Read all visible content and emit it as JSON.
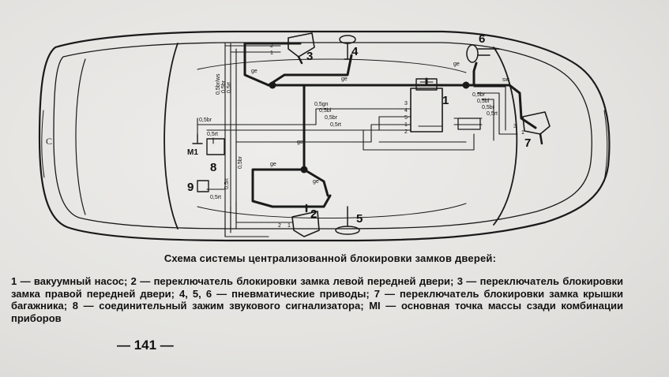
{
  "diagram": {
    "wire_labels": {
      "ge_a": "ge",
      "ge_b": "ge",
      "ge_c": "ge",
      "ge_d": "ge",
      "ge_e": "ge",
      "ge_f": "ge",
      "sw": "sw",
      "br_ws": "0,5br/ws",
      "br_a": "0,5br",
      "rt_a": "0,5rt",
      "br_b": "0,5br",
      "rt_b": "0,5rt",
      "gn": "0,5gn",
      "bl": "0,5bl",
      "br_c": "0,5br",
      "rt_c": "0,5rt",
      "br_d": "0,5br",
      "bl_b": "0,5bl",
      "br_e": "0,5br",
      "rt_d": "0,5rt",
      "rt_e": "0,5rt",
      "rt_f": "0,5rt",
      "br_f": "0,5br"
    },
    "component_numbers": {
      "n1": "1",
      "n2": "2",
      "n3": "3",
      "n4": "4",
      "n5": "5",
      "n6": "6",
      "n7": "7",
      "n8": "8",
      "n9": "9"
    },
    "pin_labels": {
      "p3_2": "2",
      "p3_1": "1",
      "p2_2": "2",
      "p2_1": "1",
      "p7_3": "3",
      "p7_1": "1",
      "p1_3": "3",
      "p1_4": "4",
      "p1_5": "5",
      "p1_1": "1",
      "p1_2": "2"
    },
    "ground_label": "M1",
    "front_letter": "C"
  },
  "caption": {
    "title": "Схема системы централизованной блокировки замков дверей:",
    "legend": "1 — вакуумный насос; 2 — переключатель блокировки замка левой передней двери; 3 — переключатель блокировки замка правой передней двери; 4, 5, 6 — пневматические приводы; 7 — переключатель блокировки замка крышки багажника; 8 — соединительный зажим звукового сигнализатора; MI — основная точка массы сзади комбинации приборов"
  },
  "page_number": "— 141 —",
  "colors": {
    "ink": "#111111",
    "paper": "#e6e5e3"
  }
}
